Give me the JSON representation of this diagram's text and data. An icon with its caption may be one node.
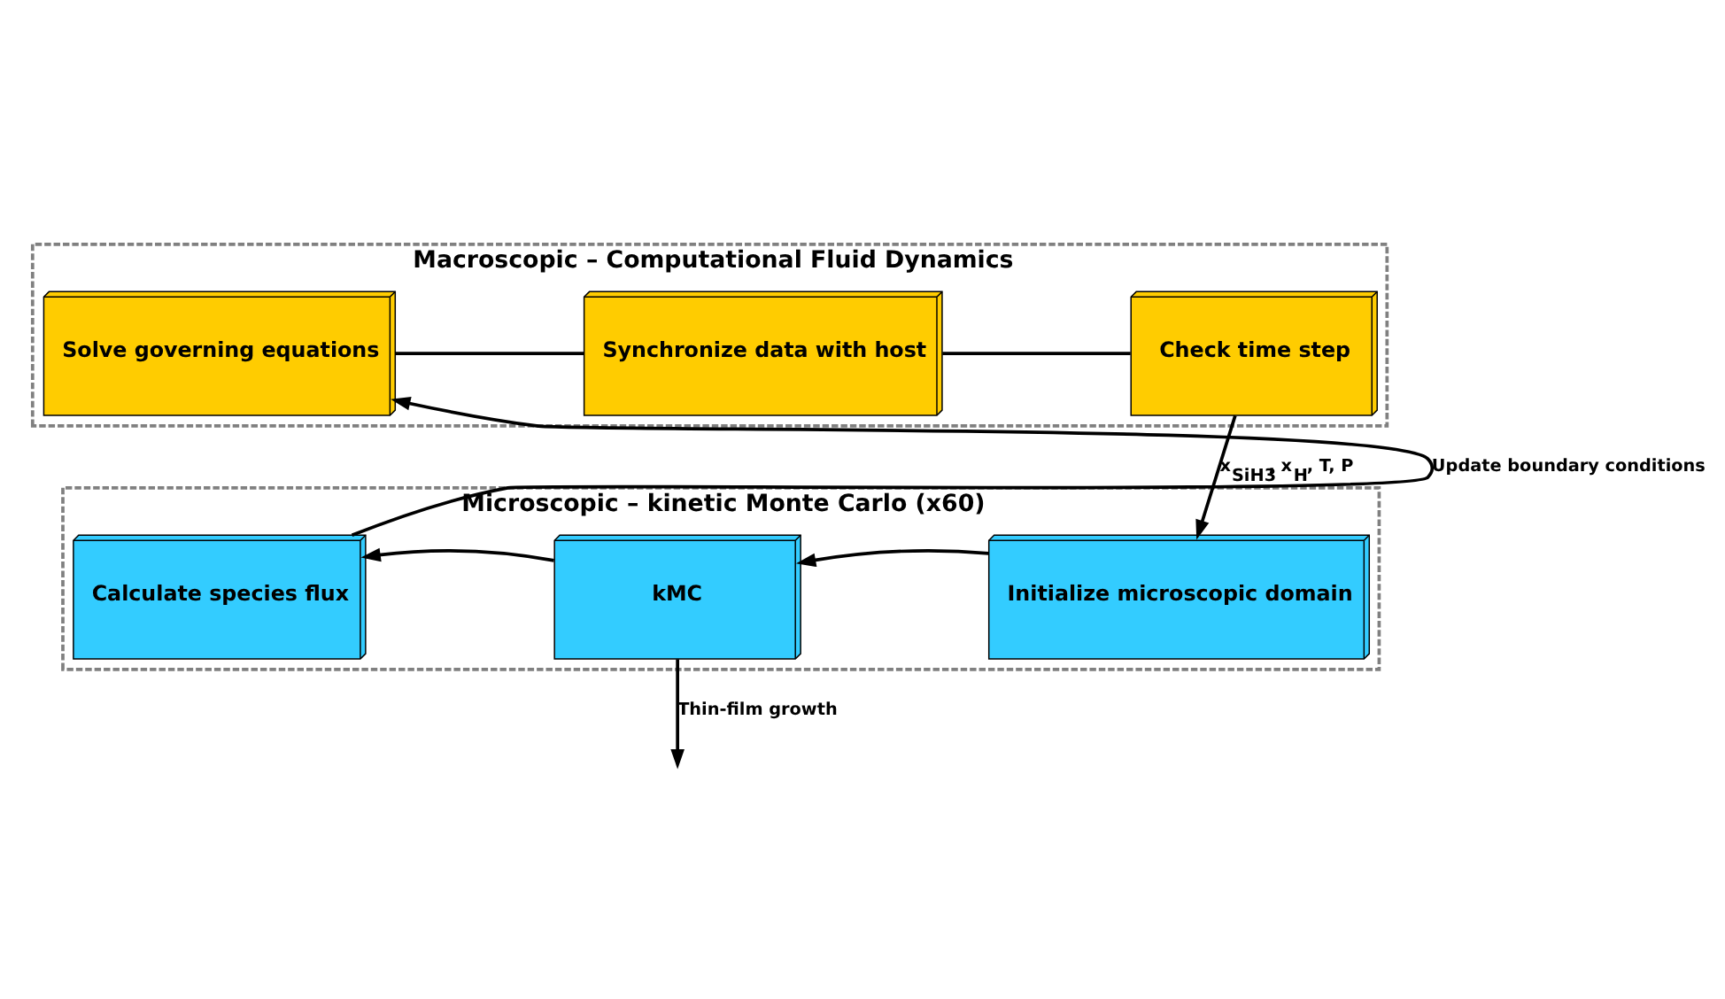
{
  "diagram": {
    "nodes": [
      {
        "text": [
          "Macroscopic – Computational Fluid Dynamics"
        ]
      },
      {
        "text": [
          "Solve governing equations"
        ],
        "in": 0
      },
      {
        "text": [
          "Synchronize data with host"
        ],
        "in": 0
      },
      {
        "text": [
          "Check time step"
        ],
        "in": 0
      },
      {
        "text": [
          "Microscopic – kinetic Monte Carlo (x60)"
        ]
      },
      {
        "text": [
          "Calculate species flux"
        ],
        "in": 4
      },
      {
        "text": [
          "kMC"
        ],
        "in": 4
      },
      {
        "text": [
          "Initialize microscopic domain"
        ],
        "in": 4
      }
    ],
    "edges": [
      {
        "from": 1,
        "to": 2,
        "arrow": "none"
      },
      {
        "from": 2,
        "to": 3,
        "arrow": "none"
      },
      {
        "from": 3,
        "to": 7,
        "arrow": "to",
        "label": "x$_{SiH3}$, x$_{H}$, T, P"
      },
      {
        "from": 7,
        "to": 6,
        "arrow": "to"
      },
      {
        "from": 6,
        "to": 5,
        "arrow": "to"
      },
      {
        "from": 5,
        "to": 1,
        "arrow": "to",
        "label": "Update boundary conditions"
      },
      {
        "from": 6,
        "to": null,
        "arrow": "to",
        "label": "Thin-film growth"
      }
    ]
  }
}
